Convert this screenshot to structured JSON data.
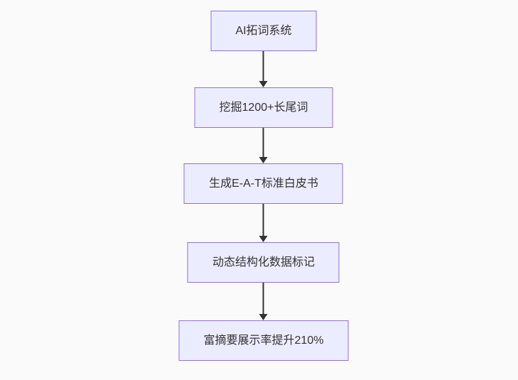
{
  "diagram": {
    "type": "flowchart",
    "direction": "top-down",
    "colors": {
      "canvas-bg": "#fafafa",
      "node-fill": "#ececff",
      "node-border": "#9370db",
      "arrow-color": "#333333",
      "text-color": "#333333"
    },
    "nodes": [
      {
        "id": "step-1",
        "label": "AI拓词系统"
      },
      {
        "id": "step-2",
        "label": "挖掘1200+长尾词"
      },
      {
        "id": "step-3",
        "label": "生成E-A-T标准白皮书"
      },
      {
        "id": "step-4",
        "label": "动态结构化数据标记"
      },
      {
        "id": "step-5",
        "label": "富摘要展示率提升210%"
      }
    ],
    "edges": [
      {
        "from": "step-1",
        "to": "step-2"
      },
      {
        "from": "step-2",
        "to": "step-3"
      },
      {
        "from": "step-3",
        "to": "step-4"
      },
      {
        "from": "step-4",
        "to": "step-5"
      }
    ]
  }
}
